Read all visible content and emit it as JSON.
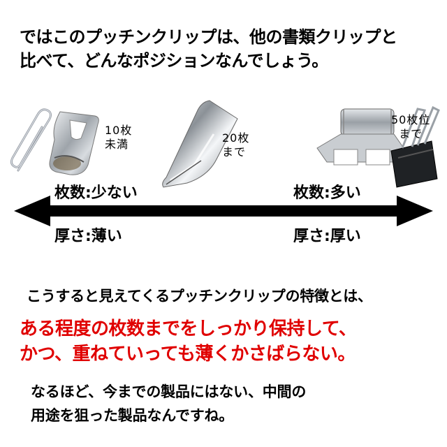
{
  "intro": {
    "line1": "ではこのプッチンクリップは、他の書類クリップと",
    "line2": "比べて、どんなポジションなんでしょう。"
  },
  "clips": {
    "small": {
      "line1": "10枚",
      "line2": "未満"
    },
    "medium": {
      "line1": "20枚",
      "line2": "まで"
    },
    "large": {
      "line1": "50枚位",
      "line2": "まで"
    }
  },
  "scale": {
    "left_count": "枚数:少ない",
    "right_count": "枚数:多い",
    "left_thickness": "厚さ:薄い",
    "right_thickness": "厚さ:厚い"
  },
  "feature": {
    "lead": "こうすると見えてくるプッチンクリップの特徴とは、",
    "red_line1": "ある程度の枚数までをしっかり保持して、",
    "red_line2": "かつ、重ねていっても薄くかさばらない。"
  },
  "conclusion": {
    "line1": "なるほど、今までの製品にはない、中間の",
    "line2": "用途を狙った製品なんですね。"
  },
  "colors": {
    "accent_red": "#e00000",
    "arrow": "#000000"
  }
}
